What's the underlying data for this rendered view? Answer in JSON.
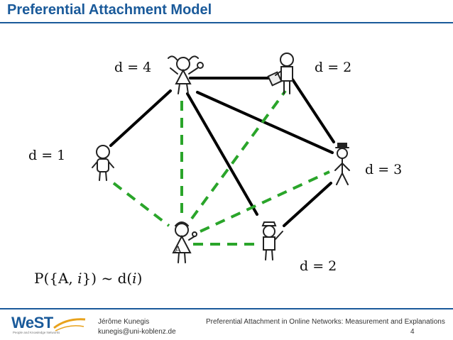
{
  "slide": {
    "title": "Preferential Attachment Model",
    "node_labels": {
      "top_left": "d = 4",
      "top_right": "d = 2",
      "left": "d = 1",
      "right": "d = 3",
      "bottom_right": "d = 2",
      "new_node": "A"
    },
    "formula": {
      "p1": "P({A, ",
      "i1": "i",
      "p2": "}) ~ d(",
      "i2": "i",
      "p3": ")"
    }
  },
  "footer": {
    "logo_text": "WeST",
    "logo_subtitle": "People and Knowledge Networks",
    "author": "Jérôme Kunegis",
    "email": "kunegis@uni-koblenz.de",
    "talk_title": "Preferential Attachment in Online Networks: Measurement and Explanations",
    "page_number": "4"
  },
  "colors": {
    "title": "#1a5a9a",
    "solid_edge": "#000000",
    "dashed_edge": "#2aa52a",
    "logo_accent": "#e8a21c"
  },
  "icons": [
    "girl-figure-icon",
    "man-with-bag-figure-icon",
    "child-figure-icon",
    "top-hat-figure-icon",
    "police-figure-icon",
    "woman-with-flower-figure-icon"
  ]
}
